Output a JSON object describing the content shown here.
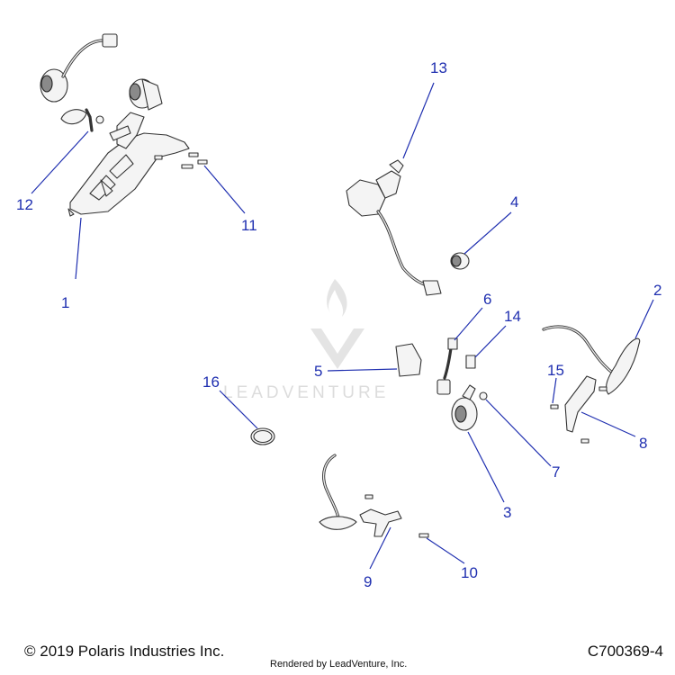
{
  "callouts": {
    "c1": "1",
    "c2": "2",
    "c3": "3",
    "c4": "4",
    "c5": "5",
    "c6": "6",
    "c7": "7",
    "c8": "8",
    "c9": "9",
    "c10": "10",
    "c11": "11",
    "c12": "12",
    "c13": "13",
    "c14": "14",
    "c15": "15",
    "c16": "16"
  },
  "watermark": {
    "text": "LEADVENTURE"
  },
  "footer": {
    "copyright": "© 2019 Polaris Industries Inc.",
    "rendered_by": "Rendered by LeadVenture, Inc.",
    "drawing_code": "C700369-4"
  },
  "colors": {
    "callout": "#1f2fb0",
    "line_art": "#333333",
    "watermark": "#d9d9d9"
  }
}
